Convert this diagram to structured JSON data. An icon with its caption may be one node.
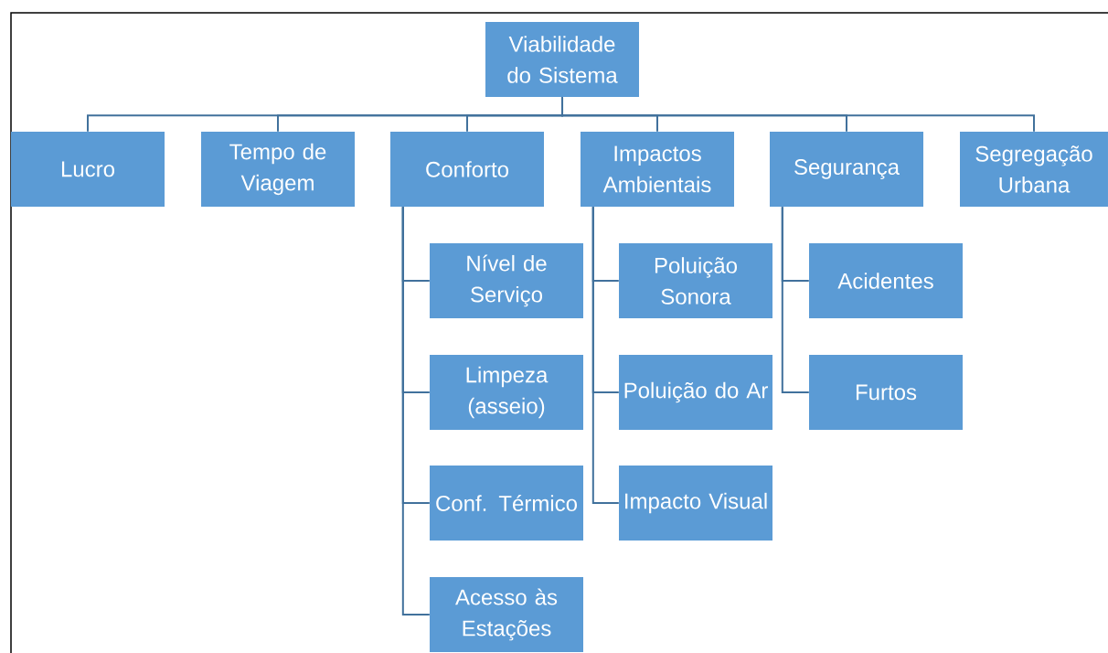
{
  "diagram": {
    "nodes": [
      {
        "text": [
          "Viabilidade do Sistema"
        ]
      },
      {
        "text": [
          "Lucro"
        ]
      },
      {
        "text": [
          "Tempo de Viagem"
        ]
      },
      {
        "text": [
          "Conforto"
        ]
      },
      {
        "text": [
          "Impactos Ambientais"
        ]
      },
      {
        "text": [
          "Segurança"
        ]
      },
      {
        "text": [
          "Segregação Urbana"
        ]
      },
      {
        "text": [
          "Nível de Serviço"
        ]
      },
      {
        "text": [
          "Limpeza (asseio)"
        ]
      },
      {
        "text": [
          "Conf. Térmico"
        ]
      },
      {
        "text": [
          "Acesso às Estações"
        ]
      },
      {
        "text": [
          "Poluição Sonora"
        ]
      },
      {
        "text": [
          "Poluição do Ar"
        ]
      },
      {
        "text": [
          "Impacto Visual"
        ]
      },
      {
        "text": [
          "Acidentes"
        ]
      },
      {
        "text": [
          "Furtos"
        ]
      }
    ],
    "edges": [
      {
        "from": 0,
        "to": 1,
        "arrow": "none"
      },
      {
        "from": 0,
        "to": 2,
        "arrow": "none"
      },
      {
        "from": 0,
        "to": 3,
        "arrow": "none"
      },
      {
        "from": 0,
        "to": 4,
        "arrow": "none"
      },
      {
        "from": 0,
        "to": 5,
        "arrow": "none"
      },
      {
        "from": 0,
        "to": 6,
        "arrow": "none"
      },
      {
        "from": 3,
        "to": 7,
        "arrow": "none"
      },
      {
        "from": 3,
        "to": 8,
        "arrow": "none"
      },
      {
        "from": 3,
        "to": 9,
        "arrow": "none"
      },
      {
        "from": 3,
        "to": 10,
        "arrow": "none"
      },
      {
        "from": 4,
        "to": 11,
        "arrow": "none"
      },
      {
        "from": 4,
        "to": 12,
        "arrow": "none"
      },
      {
        "from": 4,
        "to": 13,
        "arrow": "none"
      },
      {
        "from": 5,
        "to": 14,
        "arrow": "none"
      },
      {
        "from": 5,
        "to": 15,
        "arrow": "none"
      }
    ]
  }
}
